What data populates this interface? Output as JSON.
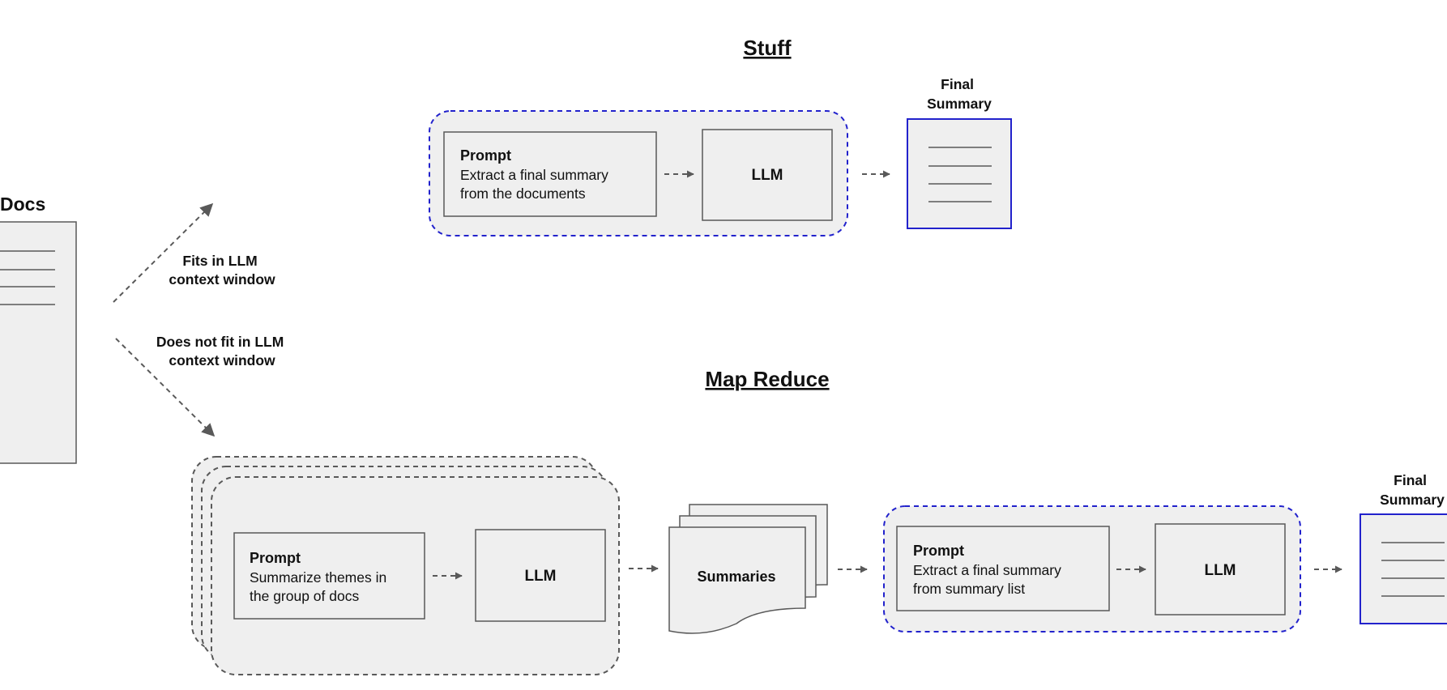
{
  "docs": {
    "label": "Docs"
  },
  "branch_top": {
    "lines": [
      "Fits in LLM",
      "context window"
    ]
  },
  "branch_bottom": {
    "lines": [
      "Does not fit in LLM",
      "context window"
    ]
  },
  "stuff": {
    "title": "Stuff",
    "prompt_heading": "Prompt",
    "prompt_lines": [
      "Extract a final summary",
      "from the documents"
    ],
    "llm_label": "LLM",
    "final_lines": [
      "Final",
      "Summary"
    ]
  },
  "map_reduce": {
    "title": "Map Reduce",
    "map_prompt_heading": "Prompt",
    "map_prompt_lines": [
      "Summarize themes in",
      "the group of docs"
    ],
    "map_llm_label": "LLM",
    "summaries_label": "Summaries",
    "reduce_prompt_heading": "Prompt",
    "reduce_prompt_lines": [
      "Extract a final summary",
      "from summary list"
    ],
    "reduce_llm_label": "LLM",
    "final_lines": [
      "Final",
      "Summary"
    ]
  },
  "colors": {
    "box_fill": "#efefef",
    "stroke": "#595959",
    "accent_blue": "#2222cc",
    "arrow": "#595959"
  }
}
